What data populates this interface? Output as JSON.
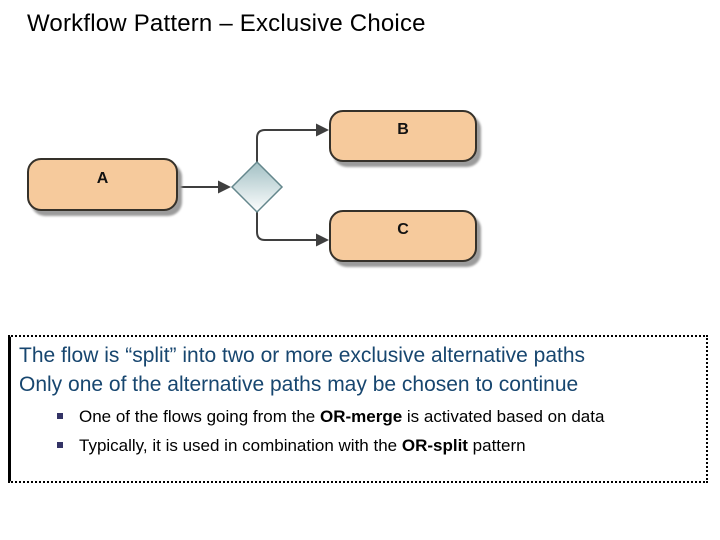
{
  "slide": {
    "title": "Workflow Pattern – Exclusive Choice"
  },
  "diagram": {
    "gateway": "exclusive-choice-diamond",
    "nodes": [
      {
        "id": "A",
        "label": "A"
      },
      {
        "id": "B",
        "label": "B"
      },
      {
        "id": "C",
        "label": "C"
      }
    ],
    "edges": [
      {
        "from": "A",
        "to": "gateway"
      },
      {
        "from": "gateway",
        "to": "B"
      },
      {
        "from": "gateway",
        "to": "C"
      }
    ]
  },
  "notes": {
    "line1": "The flow is “split” into two or more exclusive alternative paths",
    "line2": "Only one of the alternative paths may be chosen to continue",
    "bullets": [
      {
        "pre": "One of the flows going from the ",
        "bold": "OR-merge",
        "post": " is activated based on data"
      },
      {
        "pre": "Typically, it is used in combination with the ",
        "bold": "OR-split",
        "post": " pattern"
      }
    ]
  },
  "colors": {
    "node_fill": "#F6CA9C",
    "node_border": "#35312A",
    "connector": "#3F3F3F",
    "diamond_gradient_top": "#A2C0C4",
    "diamond_gradient_bottom": "#FDFEFE",
    "diamond_border": "#64878C",
    "notes_heading_text": "#17466F",
    "bullet_marker": "#333366",
    "body_text": "#000000"
  }
}
